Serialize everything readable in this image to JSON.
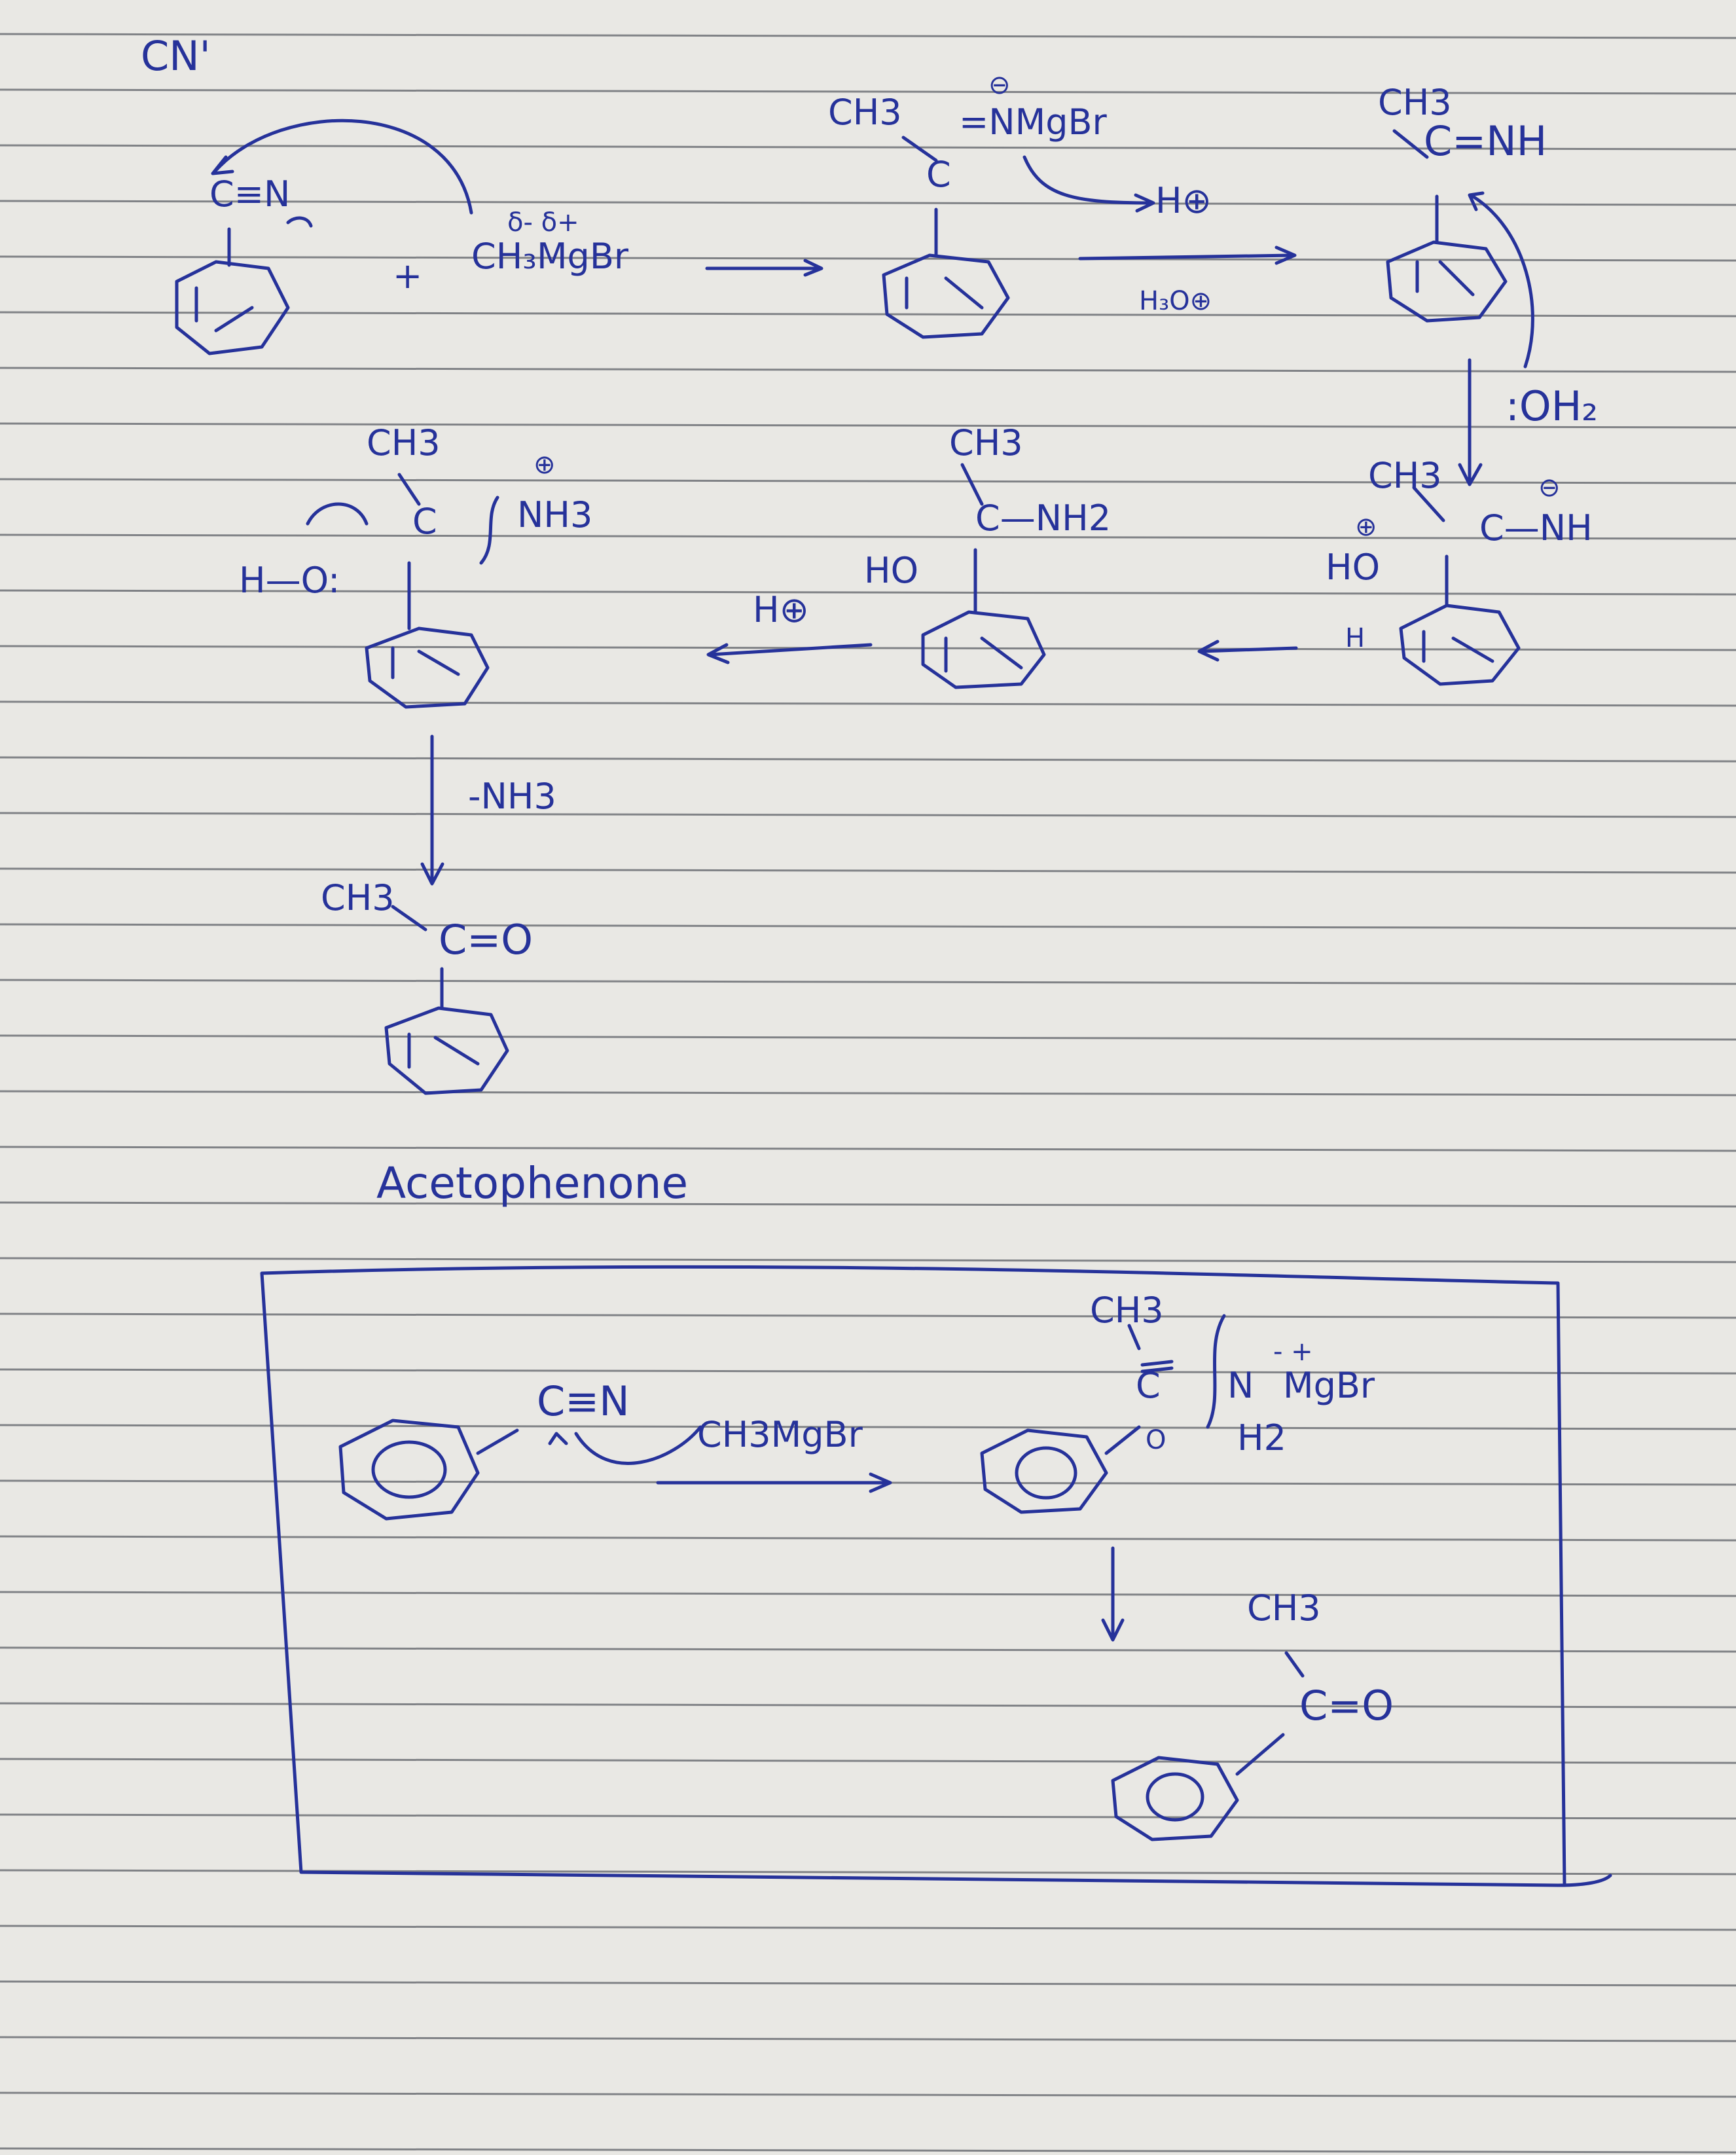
{
  "colors": {
    "ink": "#26329a",
    "paper": "#e9e8e4",
    "rule": "#55585f"
  },
  "header": {
    "scribble": "CN'"
  },
  "row1": {
    "reactant_cn": "C≡N",
    "plus": "+",
    "charges": "δ-  δ+",
    "grignard": "CH₃MgBr",
    "inter1_ch3": "CH3",
    "inter1_minus": "⊖",
    "inter1_n": "=NMgBr",
    "inter1_c": "C",
    "h_plus": "H⊕",
    "h3o": "H₃O⊕",
    "inter2_ch3": "CH3",
    "inter2_nh": "C=NH",
    "water": ":OH₂"
  },
  "row2": {
    "a_ch3": "CH3",
    "a_plus": "⊕",
    "a_c": "C",
    "a_nh3": "NH3",
    "a_oh": "H—O:",
    "hplus": "H⊕",
    "b_ch3": "CH3",
    "b_nh2": "C—NH2",
    "b_ho": "HO",
    "c_ch3": "CH3",
    "c_minus": "⊖",
    "c_nh": "C—NH",
    "c_plus": "⊕",
    "c_ho": "HO",
    "c_h": "H"
  },
  "row3": {
    "loss": "-NH3",
    "ch3": "CH3",
    "co": "C=O",
    "name": "Acetophenone"
  },
  "box": {
    "cn": "C≡N",
    "reagent": "CH3MgBr",
    "ch3": "CH3",
    "c": "C",
    "n": "N",
    "mgbr": "MgBr",
    "charge": "- +",
    "o": "O",
    "h2": "H2",
    "p_ch3": "CH3",
    "p_co": "C=O"
  }
}
